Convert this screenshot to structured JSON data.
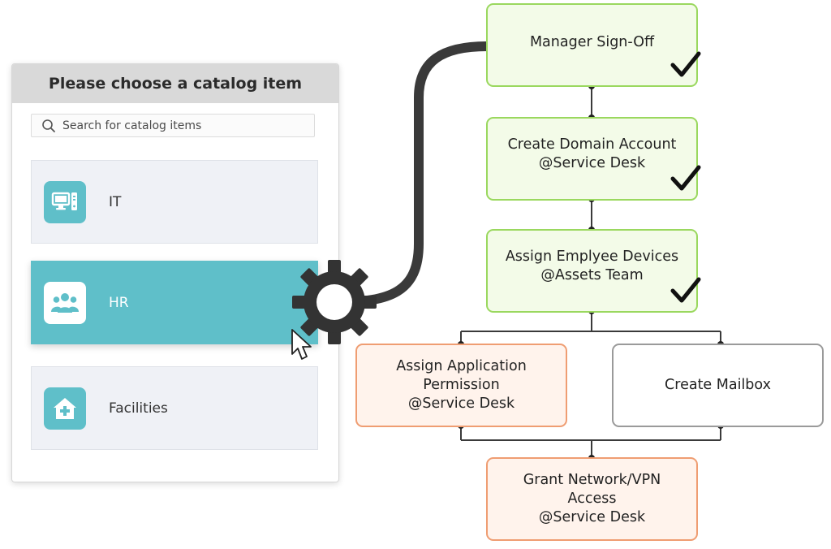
{
  "catalog": {
    "title": "Please choose a catalog item",
    "search": {
      "placeholder": "Search for catalog items",
      "value": "",
      "icon": "search-icon"
    },
    "items": [
      {
        "label": "IT",
        "icon": "monitor-icon",
        "selected": false
      },
      {
        "label": "HR",
        "icon": "people-icon",
        "selected": true
      },
      {
        "label": "Facilities",
        "icon": "house-plus-icon",
        "selected": false
      }
    ]
  },
  "workflow": {
    "steps": [
      {
        "lines": [
          "Manager Sign-Off"
        ],
        "status": "done"
      },
      {
        "lines": [
          "Create Domain Account",
          "@Service Desk"
        ],
        "status": "done"
      },
      {
        "lines": [
          "Assign Emplyee Devices",
          "@Assets Team"
        ],
        "status": "done"
      },
      {
        "lines": [
          "Assign Application",
          "Permission",
          "@Service Desk"
        ],
        "status": "pending"
      },
      {
        "lines": [
          "Create Mailbox"
        ],
        "status": "neutral"
      },
      {
        "lines": [
          "Grant Network/VPN",
          "Access",
          "@Service Desk"
        ],
        "status": "pending"
      }
    ]
  },
  "colors": {
    "accent": "#5fbfc9",
    "done_border": "#9ad85e",
    "done_fill": "#f3fbe8",
    "pending_border": "#ef9d72",
    "pending_fill": "#fff3ec",
    "neutral_border": "#9a9a9a",
    "connector": "#3a3a3a"
  }
}
